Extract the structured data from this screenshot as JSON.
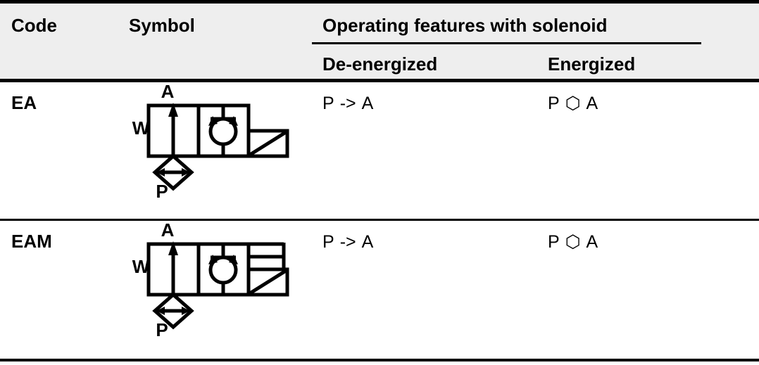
{
  "table": {
    "header": {
      "code_label": "Code",
      "symbol_label": "Symbol",
      "operating_label": "Operating features with solenoid",
      "deenergized_label": "De-energized",
      "energized_label": "Energized"
    },
    "rows": [
      {
        "code": "EA",
        "deenergized": {
          "from": "P",
          "glyph": "->",
          "to": "A",
          "text": "P -> A"
        },
        "energized": {
          "from": "P",
          "glyph": "⬡",
          "to": "A",
          "text": "P ⬡ A"
        },
        "symbol": {
          "name": "2-position-2-way-solenoid-valve",
          "port_top": "A",
          "port_left": "W",
          "port_bottom": "P",
          "has_manual_override": false,
          "elements": [
            "flow-arrow-up",
            "check-valve-circle",
            "solenoid-actuator-box",
            "pilot-diamond"
          ]
        }
      },
      {
        "code": "EAM",
        "deenergized": {
          "from": "P",
          "glyph": "->",
          "to": "A",
          "text": "P -> A"
        },
        "energized": {
          "from": "P",
          "glyph": "⬡",
          "to": "A",
          "text": "P ⬡ A"
        },
        "symbol": {
          "name": "2-position-2-way-solenoid-valve-with-manual-override",
          "port_top": "A",
          "port_left": "W",
          "port_bottom": "P",
          "has_manual_override": true,
          "elements": [
            "flow-arrow-up",
            "check-valve-circle",
            "solenoid-actuator-box",
            "manual-override-detent",
            "pilot-diamond"
          ]
        }
      }
    ]
  },
  "colors": {
    "header_background": "#eeeeee",
    "line": "#000000",
    "text": "#000000",
    "page_background": "#ffffff"
  }
}
